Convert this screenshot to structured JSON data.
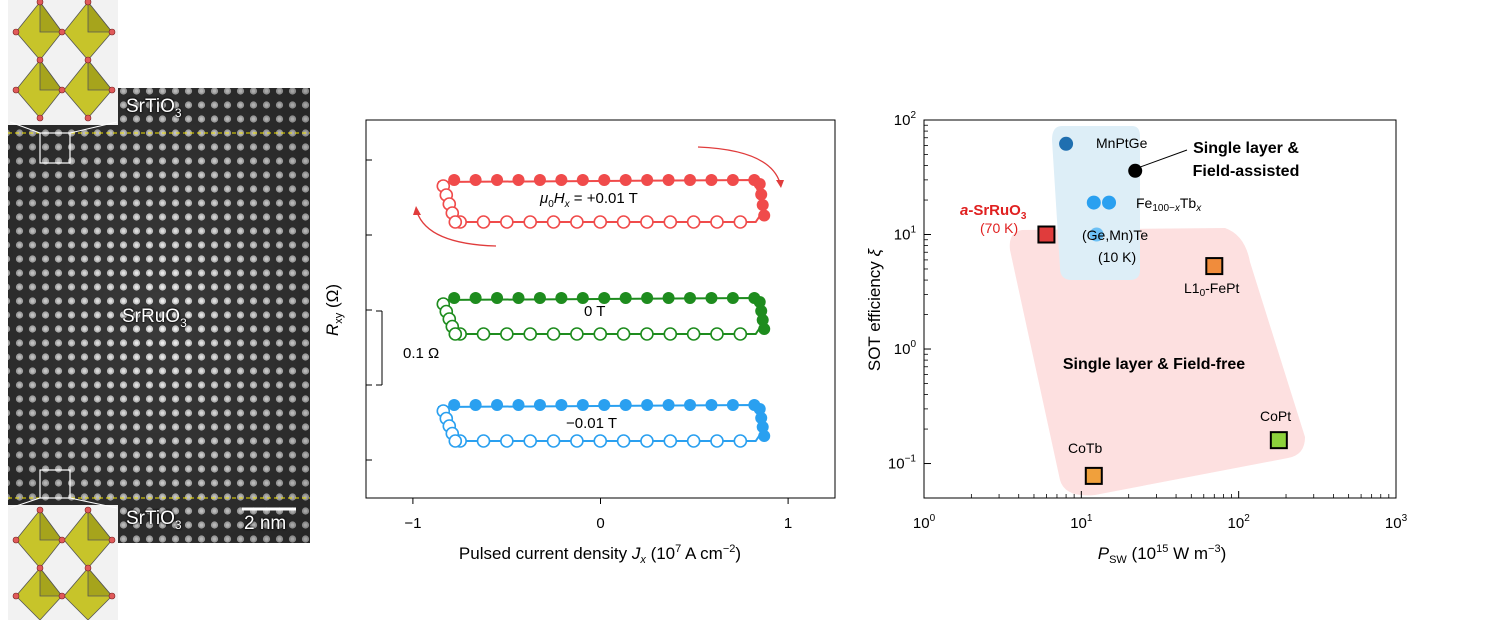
{
  "panel_a": {
    "top_label": "SrTiO",
    "top_sub": "3",
    "mid_label": "SrRuO",
    "mid_sub": "3",
    "bottom_label": "SrTiO",
    "bottom_sub": "3",
    "scale_bar": "2 nm"
  },
  "chart_data": [
    {
      "type": "line",
      "xlabel_main": "Pulsed current density ",
      "xlabel_var": "J",
      "xlabel_varsub": "x",
      "xlabel_unit_a": " (10",
      "xlabel_unit_exp": "7",
      "xlabel_unit_b": " A cm",
      "xlabel_unit_exp2": "−2",
      "xlabel_unit_c": ")",
      "ylabel_var": "R",
      "ylabel_sub": "xy",
      "ylabel_unit": " (Ω)",
      "xlim": [
        -1.25,
        1.25
      ],
      "xticks": [
        -1,
        0,
        1
      ],
      "xtick_labels": [
        "−1",
        "0",
        "1"
      ],
      "ytick_count": 4,
      "scale_bar_label": "0.1 Ω",
      "series": [
        {
          "name": "μ0Hx = +0.01 T",
          "label_prefix": "μ",
          "label_sub0": "0",
          "label_h": "H",
          "label_hsub": "x",
          "label_rest": " = +0.01 T",
          "color": "#f04b4b",
          "upper": 2.45,
          "lower": 2.02,
          "offset": 2.0
        },
        {
          "name": "0 T",
          "label": "0 T",
          "color": "#1e8c1e",
          "upper": 1.3,
          "lower": 0.9,
          "offset": 1.0
        },
        {
          "name": "−0.01 T",
          "label": "−0.01 T",
          "color": "#2aa0f0",
          "upper": 0.22,
          "lower": -0.17,
          "offset": 0.0
        }
      ]
    },
    {
      "type": "scatter",
      "xscale": "log",
      "yscale": "log",
      "xlim": [
        1,
        1000
      ],
      "ylim": [
        0.05,
        100
      ],
      "xlabel_var": "P",
      "xlabel_sub": "SW",
      "xlabel_unit_a": " (10",
      "xlabel_unit_exp": "15",
      "xlabel_unit_b": " W m",
      "xlabel_unit_exp2": "−3",
      "xlabel_unit_c": ")",
      "ylabel_text": "SOT efficiency ",
      "ylabel_var": "ξ",
      "xtick_labels": [
        {
          "base": "10",
          "exp": "0"
        },
        {
          "base": "10",
          "exp": "1"
        },
        {
          "base": "10",
          "exp": "2"
        },
        {
          "base": "10",
          "exp": "3"
        }
      ],
      "ytick_labels": [
        {
          "base": "10",
          "exp": "−1"
        },
        {
          "base": "10",
          "exp": "0"
        },
        {
          "base": "10",
          "exp": "1"
        },
        {
          "base": "10",
          "exp": "2"
        }
      ],
      "region_field_free": "Single layer & Field-free",
      "region_field_assisted_1": "Single layer &",
      "region_field_assisted_2": "Field-assisted",
      "points": [
        {
          "name": "MnPtGe",
          "x": 8,
          "y": 62,
          "marker": "circle",
          "color": "#1f6fb0"
        },
        {
          "name": "Fe100−xTbx",
          "x": 12,
          "y": 19,
          "marker": "circle",
          "color": "#2aa0f0"
        },
        {
          "name": "Fe100−xTbx-2",
          "x": 15,
          "y": 19,
          "marker": "circle",
          "color": "#2aa0f0"
        },
        {
          "name": "(Ge,Mn)Te",
          "x": 12.5,
          "y": 10,
          "marker": "circle",
          "color": "#6cc0f5"
        },
        {
          "name": "field-assisted-ref",
          "x": 22,
          "y": 36,
          "marker": "circle",
          "color": "#000000"
        },
        {
          "name": "a-SrRuO3",
          "x": 6,
          "y": 10,
          "marker": "square",
          "color": "#e03c3c"
        },
        {
          "name": "L10-FePt",
          "x": 70,
          "y": 5.3,
          "marker": "square",
          "color": "#f08c3c"
        },
        {
          "name": "CoPt",
          "x": 180,
          "y": 0.16,
          "marker": "square",
          "color": "#8dd23c"
        },
        {
          "name": "CoTb",
          "x": 12,
          "y": 0.078,
          "marker": "square",
          "color": "#f0a03c"
        }
      ],
      "labels": {
        "mnptge": "MnPtGe",
        "fetb_a": "Fe",
        "fetb_sub1": "100−",
        "fetb_x1": "x",
        "fetb_b": "Tb",
        "fetb_x2": "x",
        "gemnte_1": "(Ge,Mn)Te",
        "gemnte_2": "(10 K)",
        "sro_1_a": "a",
        "sro_1_b": "-SrRuO",
        "sro_1_sub": "3",
        "sro_2": "(70 K)",
        "fept_a": "L1",
        "fept_sub": "0",
        "fept_b": "-FePt",
        "copt": "CoPt",
        "cotb": "CoTb"
      }
    }
  ]
}
